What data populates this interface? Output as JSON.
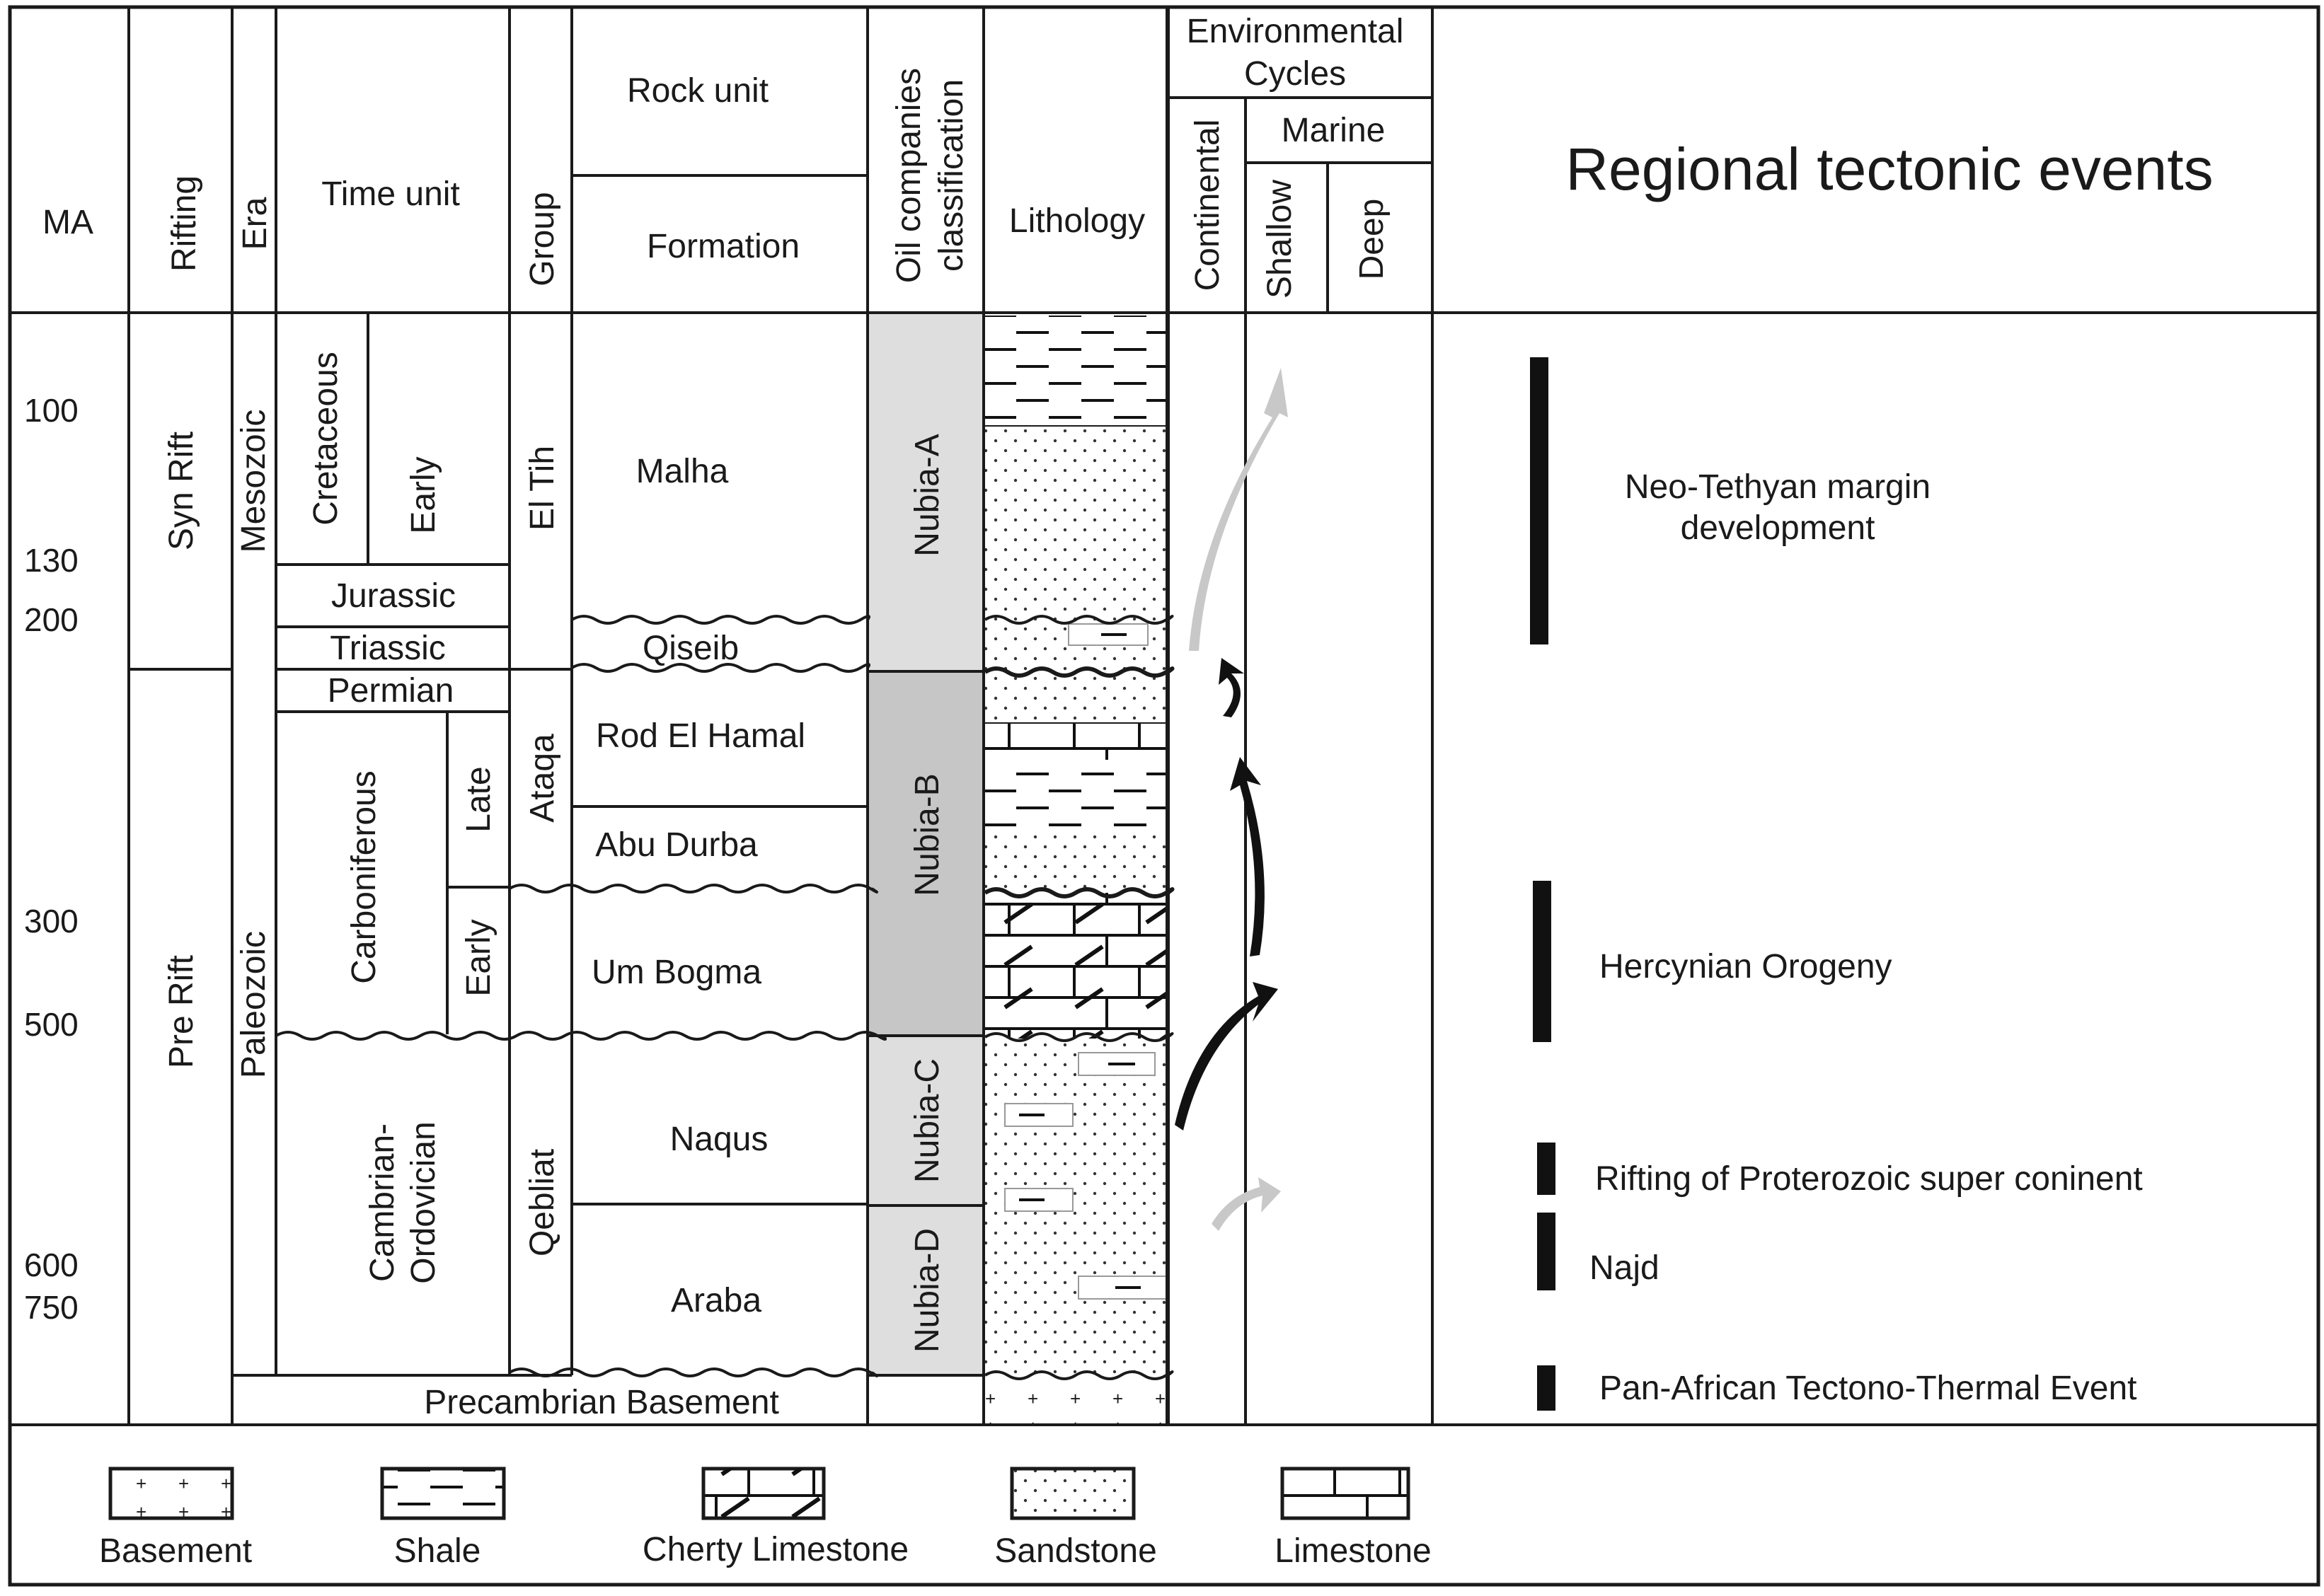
{
  "headers": {
    "ma": "MA",
    "rifting": "Rifting",
    "era": "Era",
    "time_unit": "Time unit",
    "group": "Group",
    "rock_unit": "Rock unit",
    "formation": "Formation",
    "oil_line1": "Oil companies",
    "oil_line2": "classification",
    "lithology": "Lithology",
    "env_line1": "Environmental",
    "env_line2": "Cycles",
    "continental": "Continental",
    "marine": "Marine",
    "shallow": "Shallow",
    "deep": "Deep",
    "regional": "Regional tectonic events"
  },
  "ma_ticks": [
    "100",
    "130",
    "200",
    "300",
    "500",
    "600",
    "750"
  ],
  "rifting": [
    "Syn Rift",
    "Pre Rift"
  ],
  "eras": [
    "Mesozoic",
    "Paleozoic"
  ],
  "periods": {
    "cretaceous": "Cretaceous",
    "early_cret": "Early",
    "jurassic": "Jurassic",
    "triassic": "Triassic",
    "permian": "Permian",
    "carboniferous": "Carboniferous",
    "late": "Late",
    "early_carb": "Early",
    "cambrian_line1": "Cambrian-",
    "cambrian_line2": "Ordovician",
    "precambrian": "Precambrian Basement"
  },
  "groups": [
    "El Tih",
    "Ataqa",
    "Qebliat"
  ],
  "formations": [
    "Malha",
    "Qiseib",
    "Rod El Hamal",
    "Abu Durba",
    "Um Bogma",
    "Naqus",
    "Araba"
  ],
  "classification": [
    "Nubia-A",
    "Nubia-B",
    "Nubia-C",
    "Nubia-D"
  ],
  "colors": {
    "line": "#1a1a1a",
    "nubia_a": "#dedede",
    "nubia_b": "#c6c6c6",
    "nubia_c": "#dedede",
    "nubia_d": "#dedede",
    "arrow_grey": "#c8c8c8",
    "arrow_black": "#111111"
  },
  "events": [
    {
      "line1": "Neo-Tethyan margin",
      "line2": "development"
    },
    {
      "line1": "Hercynian Orogeny"
    },
    {
      "line1": "Rifting of Proterozoic super coninent"
    },
    {
      "line1": "Najd"
    },
    {
      "line1": "Pan-African Tectono-Thermal Event"
    }
  ],
  "legend": [
    "Basement",
    "Shale",
    "Cherty Limestone",
    "Sandstone",
    "Limestone"
  ]
}
